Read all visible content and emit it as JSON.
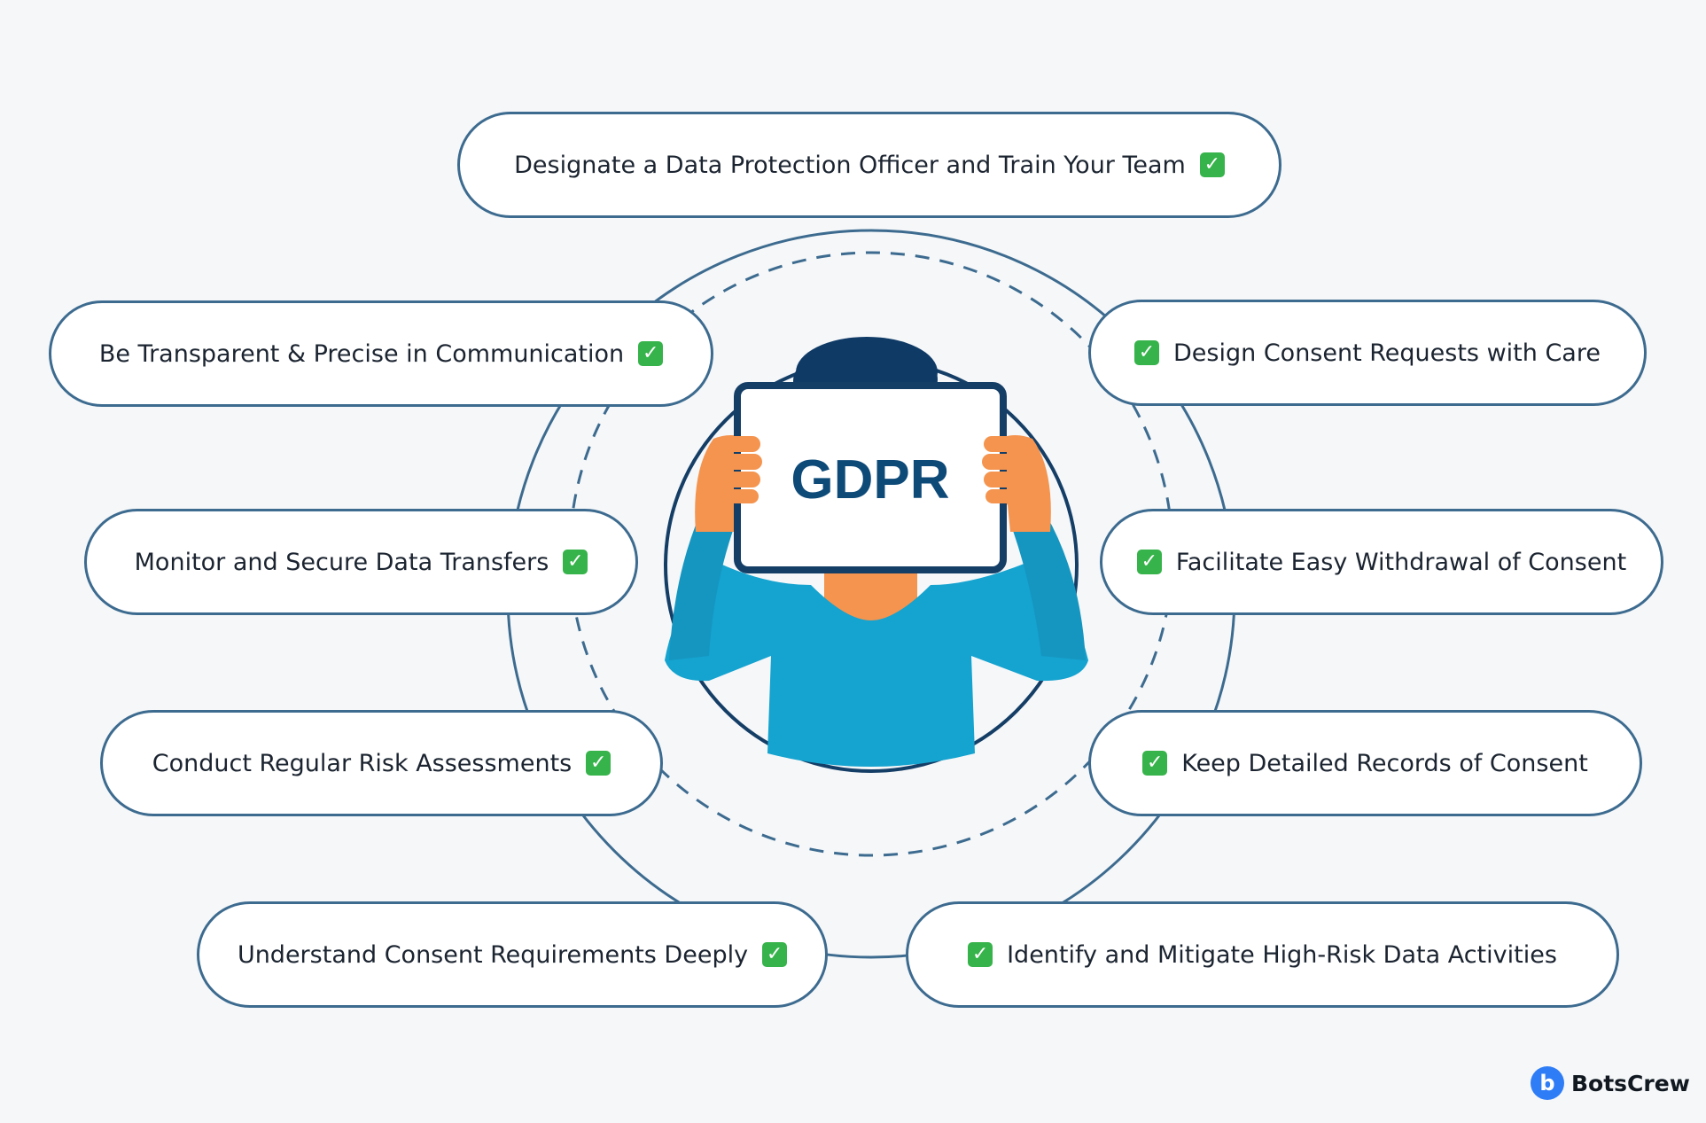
{
  "center_sign": "GDPR",
  "items": [
    {
      "label": "Designate a Data Protection Officer and Train Your Team",
      "icon": "check-icon",
      "icon_side": "right"
    },
    {
      "label": "Be Transparent & Precise in Communication",
      "icon": "check-icon",
      "icon_side": "right"
    },
    {
      "label": "Monitor and Secure Data Transfers",
      "icon": "check-icon",
      "icon_side": "right"
    },
    {
      "label": "Conduct Regular Risk Assessments",
      "icon": "check-icon",
      "icon_side": "right"
    },
    {
      "label": "Understand Consent Requirements Deeply",
      "icon": "check-icon",
      "icon_side": "right"
    },
    {
      "label": "Design Consent Requests with Care",
      "icon": "check-icon",
      "icon_side": "left"
    },
    {
      "label": "Facilitate Easy Withdrawal of Consent",
      "icon": "check-icon",
      "icon_side": "left"
    },
    {
      "label": "Keep Detailed Records of Consent",
      "icon": "check-icon",
      "icon_side": "left"
    },
    {
      "label": "Identify and Mitigate High-Risk Data Activities",
      "icon": "check-icon",
      "icon_side": "left"
    }
  ],
  "brand": {
    "name": "BotsCrew",
    "logo_letter": "b"
  },
  "colors": {
    "background": "#f5f7f9",
    "outline": "#3d6b8f",
    "sign_text": "#0e4a78",
    "check": "#36b34a",
    "shirt": "#15a3cf",
    "skin": "#f4944f",
    "hair": "#0f3a66"
  }
}
